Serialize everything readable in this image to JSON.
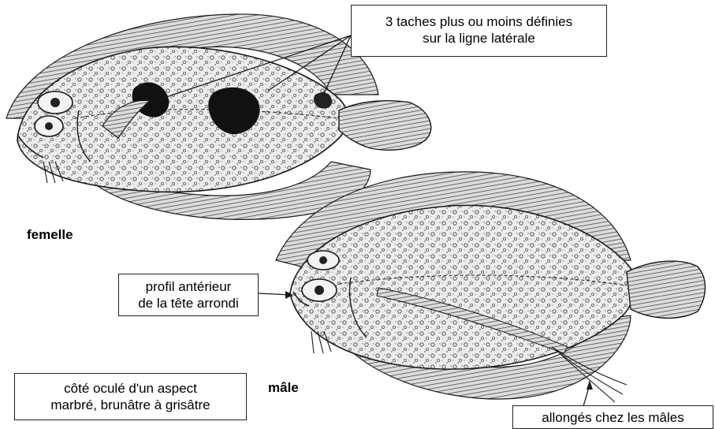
{
  "callouts": {
    "spots": [
      "3 taches plus ou moins définies",
      "sur la ligne latérale"
    ],
    "profile": [
      "profil antérieur",
      "de la tête arrondi"
    ],
    "blind_side": [
      "côté oculé d'un aspect",
      "marbré, brunâtre à grisâtre"
    ],
    "rays": [
      "allongés chez les mâles"
    ]
  },
  "labels": {
    "female": "femelle",
    "male": "mâle"
  },
  "colors": {
    "ink": "#1a1a1a",
    "body_fill": "#e9e9e9",
    "fin_fill": "#cfcfcf",
    "spot_fill": "#111111"
  },
  "figures": [
    {
      "name": "female-fish",
      "caption": "femelle",
      "pelvic_rays_elongated": false,
      "dark_spots_on_lateral_line": 3
    },
    {
      "name": "male-fish",
      "caption": "mâle",
      "pelvic_rays_elongated": true,
      "dark_spots_on_lateral_line": 0
    }
  ]
}
